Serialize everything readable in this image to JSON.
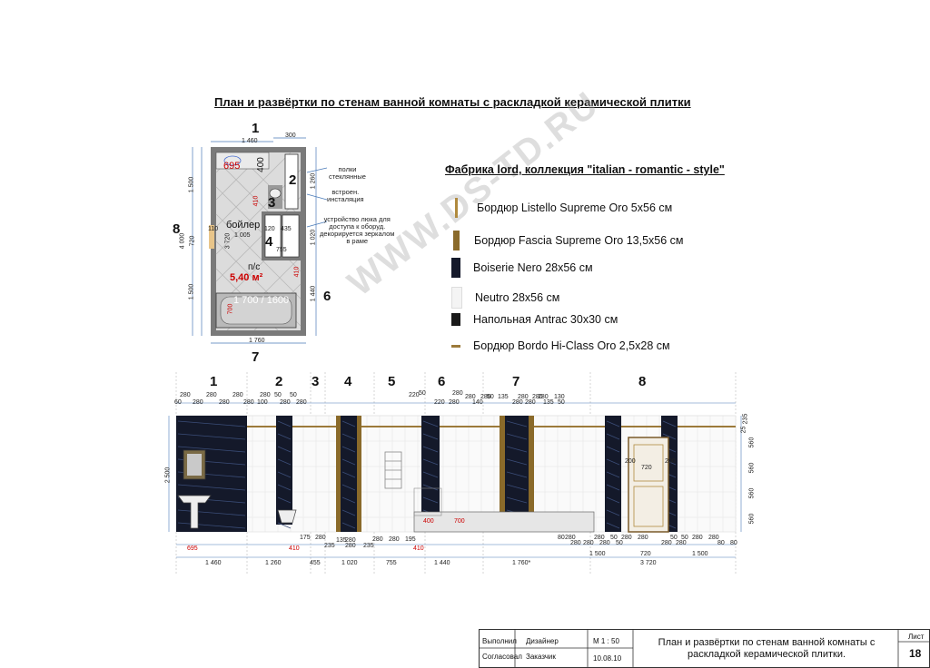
{
  "title": "План и развёртки по стенам ванной комнаты с раскладкой керамической плитки",
  "watermark": "WWW.DS-TD.RU",
  "plan": {
    "wall_numbers": [
      "1",
      "2",
      "3",
      "4",
      "6",
      "7",
      "8"
    ],
    "dims_top": [
      "1 460",
      "300"
    ],
    "dims_left": [
      "1 500",
      "720",
      "1 500",
      "4 000"
    ],
    "dims_right": [
      "1 260",
      "1 020",
      "1 440"
    ],
    "dim_bottom": "1 760",
    "inner_dims": [
      "3 720",
      "1 005",
      "110",
      "120",
      "435",
      "755",
      "410",
      "700",
      "400",
      "410"
    ],
    "sink_width": "695",
    "bath_size": "1 700 / 1600",
    "boiler_label": "бойлер",
    "floor_label": "п/с",
    "area": "5,40 м²",
    "notes": [
      [
        "полки",
        "стеклянные"
      ],
      [
        "встроен.",
        "инсталяция"
      ],
      [
        "устройство  люка для",
        "доступа к оборуд.",
        "декорируется зеркалом",
        "в раме"
      ]
    ]
  },
  "factory_title": "Фабрика  lord, коллекция  \"italian - romantic - style\"",
  "legend": [
    {
      "label": "Бордюр Listello Supreme Oro 5х56 см",
      "color": "#b08a3e"
    },
    {
      "label": "Бордюр Fascia Supreme Oro 13,5х56 см",
      "color": "#8a6a2a"
    },
    {
      "label": "Boiserie Nero 28х56 см",
      "color": "#14192a"
    },
    {
      "label": "Neutro 28х56 см",
      "color": "#f4f4f4"
    },
    {
      "label": "Напольная  Antrac 30х30  см",
      "color": "#1a1a1a"
    },
    {
      "label": "Бордюр Bordo Hi-Class Oro 2,5х28 см",
      "color": "#9c7a3a"
    }
  ],
  "elevation": {
    "wall_numbers": [
      "1",
      "2",
      "3",
      "4",
      "5",
      "6",
      "7",
      "8"
    ],
    "top_dims_1": [
      "280",
      "280",
      "280",
      "280",
      "50",
      "50",
      "220",
      "280",
      "50",
      "280",
      "280",
      "280",
      "50",
      "135",
      "280",
      "280",
      "130"
    ],
    "top_dims_2": [
      "60",
      "280",
      "280",
      "280",
      "100",
      "280",
      "280",
      "220",
      "280",
      "140",
      "280",
      "280",
      "135",
      "50"
    ],
    "height_total": "2 500",
    "right_dims": [
      "235",
      "25",
      "560",
      "560",
      "560",
      "560"
    ],
    "bottom_dims_1": [
      "175",
      "280",
      "135",
      "280",
      "280",
      "280",
      "195",
      "80",
      "280",
      "280",
      "50",
      "280",
      "280",
      "50",
      "50",
      "280",
      "280",
      "80"
    ],
    "bottom_dims_2": [
      "235",
      "280",
      "235",
      "280",
      "280",
      "280",
      "50",
      "280",
      "280",
      "80"
    ],
    "red_dims": [
      "695",
      "410",
      "410",
      "400"
    ],
    "wall_widths": [
      "1 460",
      "1 260",
      "455",
      "1 020",
      "755",
      "1 440",
      "1 760*",
      "1 500",
      "720",
      "1 500"
    ],
    "total_8": "3 720",
    "door_dims": [
      "720",
      "200",
      "200"
    ],
    "bath_dim": "700"
  },
  "stamp": {
    "row1_label": "Выполнил",
    "row1_value": "Дизайнер",
    "row2_label": "Согласовал",
    "row2_value": "Заказчик",
    "scale": "М 1 : 50",
    "date": "10.08.10",
    "sheet_label": "Лист",
    "sheet_number": "18",
    "caption": "План и развёртки по стенам ванной комнаты с раскладкой керамической плитки."
  }
}
